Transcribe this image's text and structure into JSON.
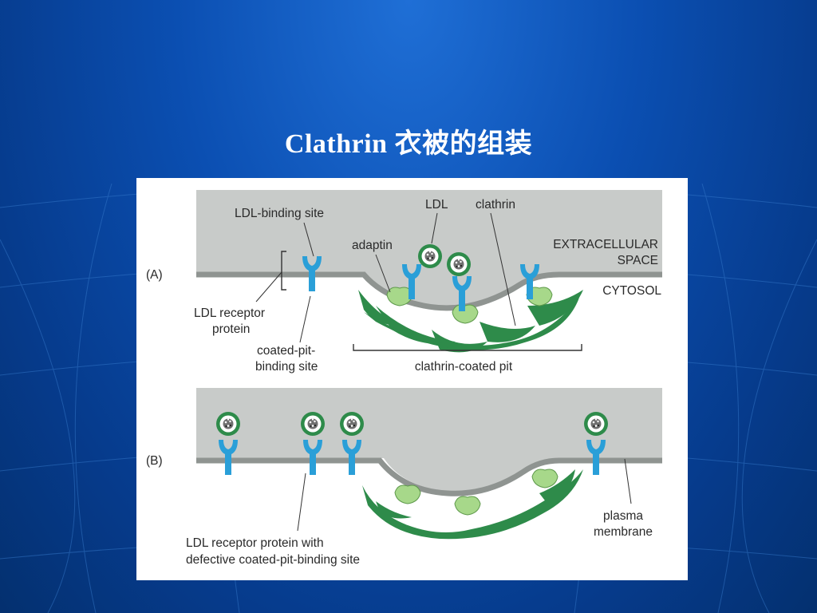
{
  "slide": {
    "title": "Clathrin 衣被的组装"
  },
  "figure": {
    "panel_a": {
      "panel_label": "(A)",
      "labels": {
        "ldl_binding_site": "LDL-binding site",
        "ldl": "LDL",
        "clathrin": "clathrin",
        "adaptin": "adaptin",
        "extracellular_line1": "EXTRACELLULAR",
        "extracellular_line2": "SPACE",
        "cytosol": "CYTOSOL",
        "ldl_receptor_line1": "LDL receptor",
        "ldl_receptor_line2": "protein",
        "coated_pit_binding_line1": "coated-pit-",
        "coated_pit_binding_line2": "binding site",
        "clathrin_coated_pit": "clathrin-coated pit"
      }
    },
    "panel_b": {
      "panel_label": "(B)",
      "labels": {
        "plasma_line1": "plasma",
        "plasma_line2": "membrane",
        "defective_line1": "LDL receptor protein with",
        "defective_line2": "defective coated-pit-binding site"
      }
    },
    "colors": {
      "extracellular_fill": "#c8cbc9",
      "membrane": "#8f9491",
      "receptor": "#2a9fd8",
      "clathrin": "#2e8b4a",
      "adaptin": "#a7d88a",
      "ldl_ring": "#2e8b4a"
    }
  }
}
